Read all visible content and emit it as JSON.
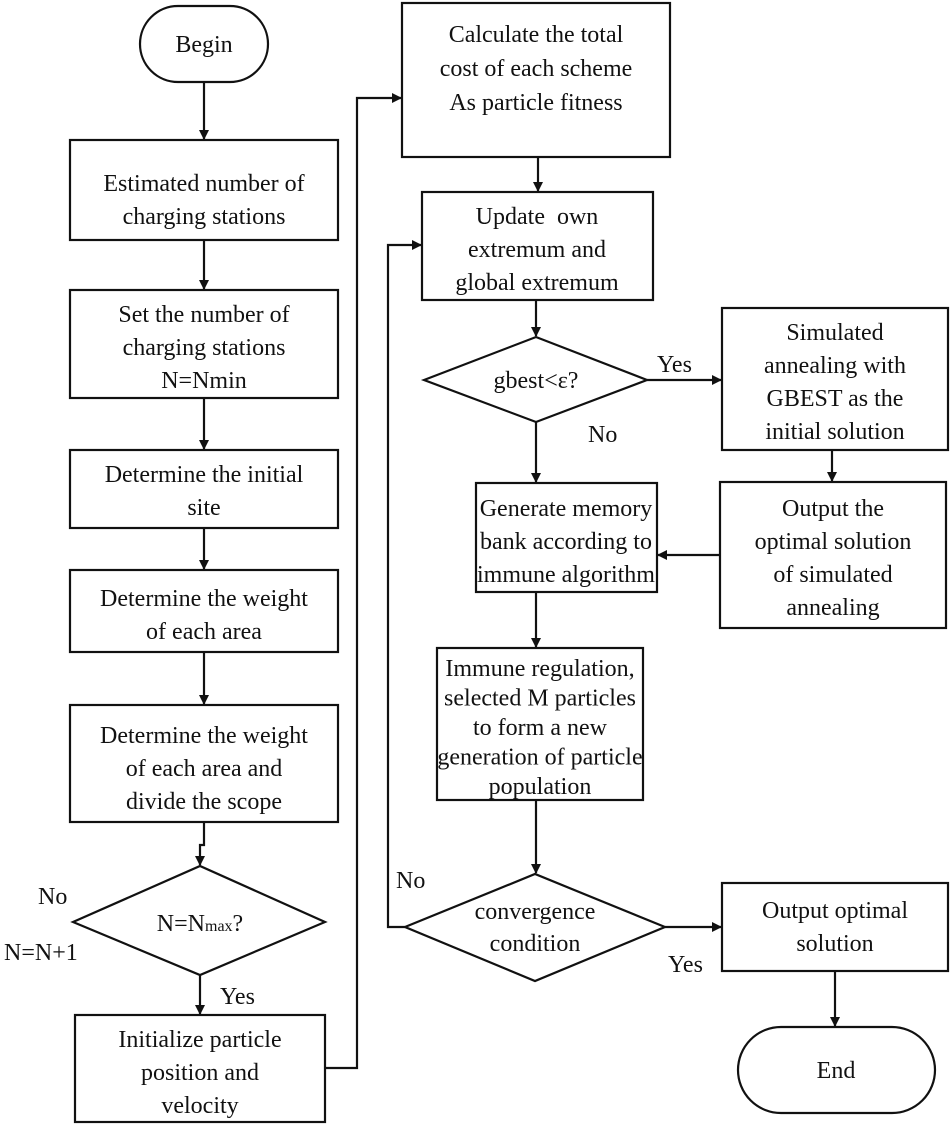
{
  "nodes": {
    "begin": "Begin",
    "estimate": [
      "Estimated number of",
      "charging stations"
    ],
    "set_number": [
      "Set the number of",
      "charging stations",
      "N=Nmin"
    ],
    "initial_site": [
      "Determine the initial",
      "site"
    ],
    "weight": [
      "Determine the weight",
      "of each area"
    ],
    "weight_divide": [
      "Determine the weight",
      "of each area and",
      "divide the scope"
    ],
    "nmax_decision": {
      "main": "N=N",
      "sub": "max",
      "suffix": "?"
    },
    "initialize": [
      "Initialize particle",
      "position and",
      "velocity"
    ],
    "total_cost": [
      "Calculate the total",
      "cost of each scheme",
      "As particle fitness"
    ],
    "update": [
      "Update  own",
      "extremum and",
      "global extremum"
    ],
    "gbest_decision": "gbest<ε?",
    "simulated_annealing": [
      "Simulated",
      "annealing with",
      "GBEST as the",
      "initial solution"
    ],
    "output_sa": [
      "Output the",
      "optimal solution",
      "of simulated",
      "annealing"
    ],
    "memory_bank": [
      "Generate memory",
      "bank according to",
      "immune algorithm"
    ],
    "immune_regulation": [
      "Immune regulation,",
      "selected M particles",
      "to form a new",
      "generation of particle",
      "population"
    ],
    "convergence_decision": [
      "convergence",
      "condition"
    ],
    "output_optimal": [
      "Output optimal",
      "solution"
    ],
    "end": "End"
  },
  "labels": {
    "nmax_no": "No",
    "nmax_increment": "N=N+1",
    "nmax_yes": "Yes",
    "gbest_yes": "Yes",
    "gbest_no": "No",
    "convergence_no": "No",
    "convergence_yes": "Yes"
  }
}
